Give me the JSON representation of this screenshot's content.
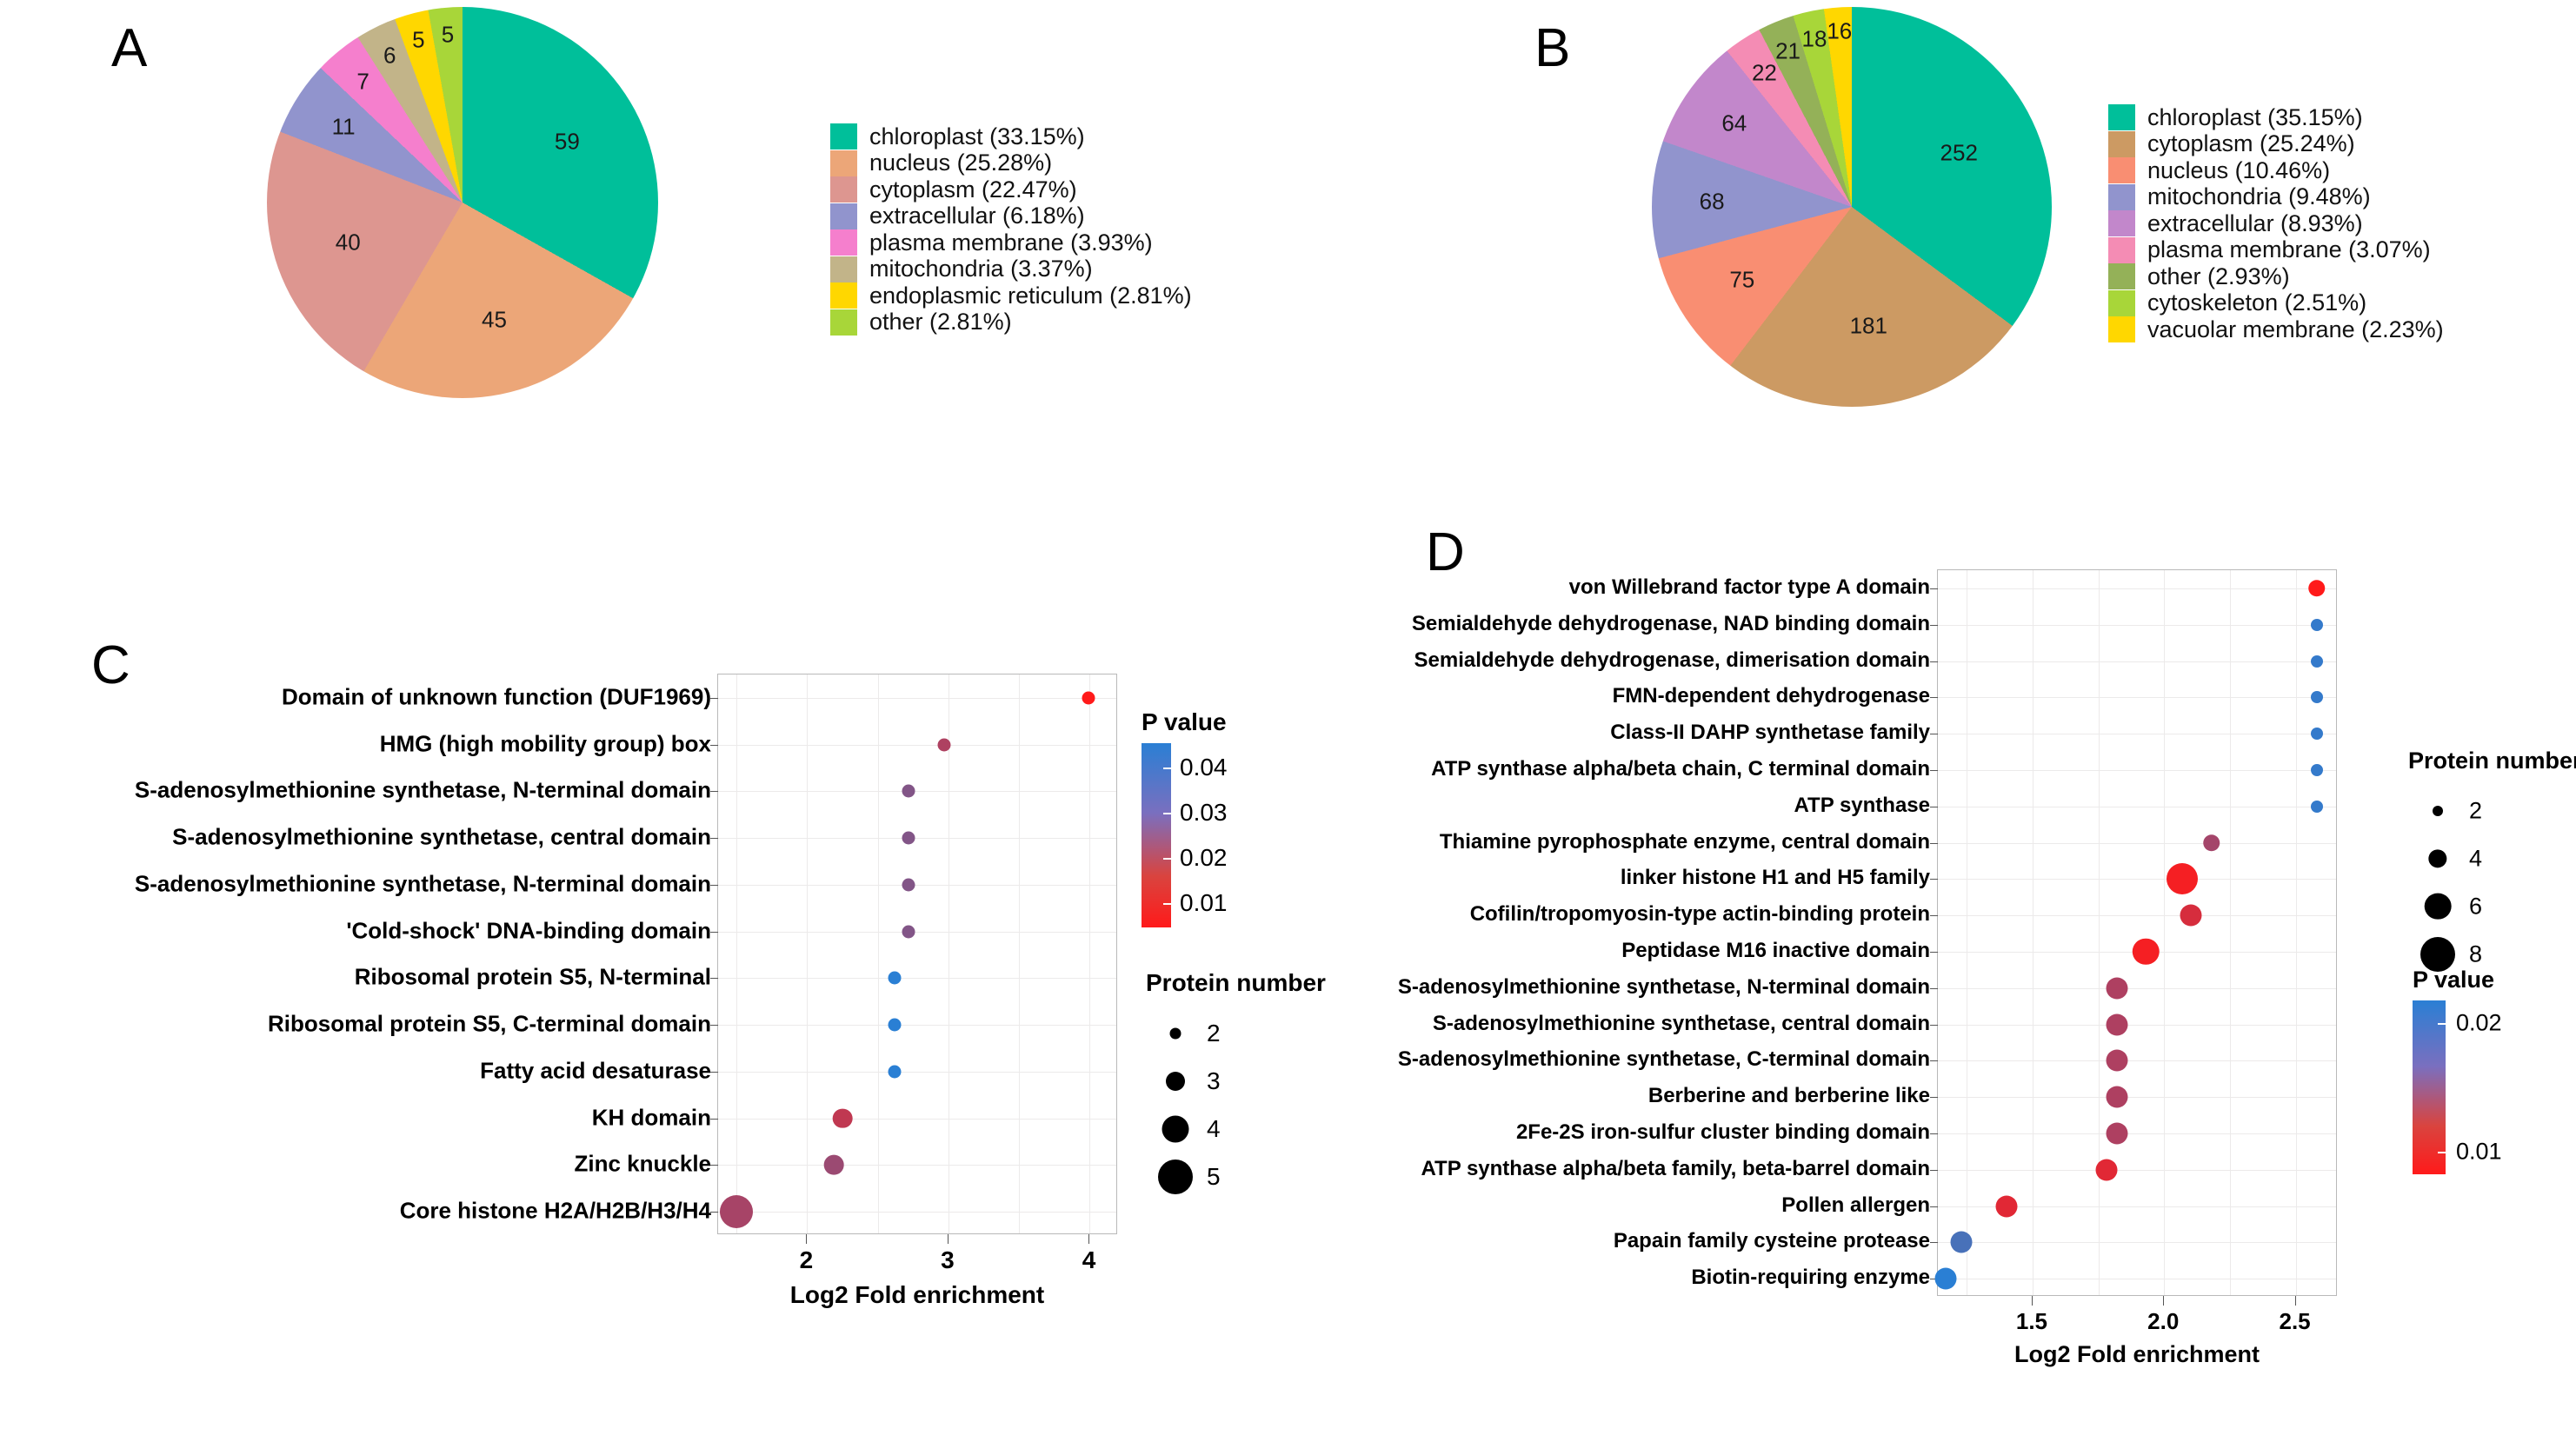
{
  "figure": {
    "panels": [
      "A",
      "B",
      "C",
      "D"
    ]
  },
  "chart_data": [
    {
      "panel": "A",
      "type": "pie",
      "title": "",
      "legend_position": "right",
      "categories": [
        "chloroplast",
        "nucleus",
        "cytoplasm",
        "extracellular",
        "plasma membrane",
        "mitochondria",
        "endoplasmic reticulum",
        "other"
      ],
      "values": [
        59,
        45,
        40,
        11,
        7,
        6,
        5,
        5
      ],
      "percents": [
        "33.15%",
        "25.28%",
        "22.47%",
        "6.18%",
        "3.93%",
        "3.37%",
        "2.81%",
        "2.81%"
      ],
      "legend_labels": [
        "chloroplast (33.15%)",
        "nucleus (25.28%)",
        "cytoplasm (22.47%)",
        "extracellular (6.18%)",
        "plasma membrane (3.93%)",
        "mitochondria (3.37%)",
        "endoplasmic reticulum (2.81%)",
        "other (2.81%)"
      ],
      "colors": [
        "#00bf9a",
        "#eca678",
        "#dd9690",
        "#9194cd",
        "#f57fcd",
        "#c2b489",
        "#ffd700",
        "#a8d639"
      ]
    },
    {
      "panel": "B",
      "type": "pie",
      "title": "",
      "legend_position": "right",
      "categories": [
        "chloroplast",
        "cytoplasm",
        "nucleus",
        "mitochondria",
        "extracellular",
        "plasma membrane",
        "other",
        "cytoskeleton",
        "vacuolar membrane"
      ],
      "values": [
        252,
        181,
        75,
        68,
        64,
        22,
        21,
        18,
        16
      ],
      "percents": [
        "35.15%",
        "25.24%",
        "10.46%",
        "9.48%",
        "8.93%",
        "3.07%",
        "2.93%",
        "2.51%",
        "2.23%"
      ],
      "legend_labels": [
        "chloroplast (35.15%)",
        "cytoplasm (25.24%)",
        "nucleus (10.46%)",
        "mitochondria (9.48%)",
        "extracellular (8.93%)",
        "plasma membrane (3.07%)",
        "other (2.93%)",
        "cytoskeleton (2.51%)",
        "vacuolar membrane (2.23%)"
      ],
      "colors": [
        "#00bf9a",
        "#cc9a63",
        "#f98e72",
        "#9194cd",
        "#c287cb",
        "#f48cb4",
        "#94b158",
        "#a8d639",
        "#ffd700"
      ]
    },
    {
      "panel": "C",
      "type": "scatter",
      "title": "",
      "xlabel": "Log2 Fold enrichment",
      "ylabel": "",
      "xlim": [
        1.37,
        4.2
      ],
      "xticks": [
        2,
        3,
        4
      ],
      "xticklabels": [
        "2",
        "3",
        "4"
      ],
      "grid": true,
      "categories": [
        "Domain of unknown function (DUF1969)",
        "HMG (high mobility group) box",
        "S-adenosylmethionine synthetase, N-terminal domain",
        "S-adenosylmethionine synthetase, central domain",
        "S-adenosylmethionine synthetase, N-terminal domain",
        "'Cold-shock' DNA-binding domain",
        "Ribosomal protein S5, N-terminal",
        "Ribosomal protein S5, C-terminal domain",
        "Fatty acid desaturase",
        "KH domain",
        "Zinc knuckle",
        "Core histone H2A/H2B/H3/H4"
      ],
      "x": [
        3.99,
        2.97,
        2.72,
        2.72,
        2.72,
        2.72,
        2.62,
        2.62,
        2.62,
        2.25,
        2.19,
        1.5
      ],
      "pvalues": [
        0.008,
        0.021,
        0.028,
        0.028,
        0.028,
        0.028,
        0.042,
        0.042,
        0.042,
        0.018,
        0.024,
        0.022
      ],
      "protein_numbers": [
        2,
        2,
        2,
        2,
        2,
        2,
        2,
        2,
        2,
        3,
        3,
        5
      ],
      "size_legend": {
        "title": "Protein number",
        "values": [
          2,
          3,
          4,
          5
        ]
      },
      "color_legend": {
        "title": "P value",
        "ticks": [
          0.04,
          0.03,
          0.02,
          0.01
        ],
        "ticklabels": [
          "0.04",
          "0.03",
          "0.02",
          "0.01"
        ],
        "low_color": "#ff1a1a",
        "high_color": "#2a7fd4"
      }
    },
    {
      "panel": "D",
      "type": "scatter",
      "title": "",
      "xlabel": "Log2 Fold enrichment",
      "ylabel": "",
      "xlim": [
        1.14,
        2.66
      ],
      "xticks": [
        1.5,
        2.0,
        2.5
      ],
      "xticklabels": [
        "1.5",
        "2.0",
        "2.5"
      ],
      "grid": true,
      "categories": [
        "von Willebrand factor type A domain",
        "Semialdehyde dehydrogenase, NAD binding domain",
        "Semialdehyde dehydrogenase, dimerisation domain",
        "FMN-dependent dehydrogenase",
        "Class-II DAHP synthetase family",
        "ATP synthase alpha/beta chain, C terminal domain",
        "ATP synthase",
        "Thiamine pyrophosphate enzyme, central domain",
        "linker histone H1 and H5 family",
        "Cofilin/tropomyosin-type actin-binding protein",
        "Peptidase M16 inactive domain",
        "S-adenosylmethionine synthetase, N-terminal domain",
        "S-adenosylmethionine synthetase, central domain",
        "S-adenosylmethionine synthetase, C-terminal domain",
        "Berberine and berberine like",
        "2Fe-2S iron-sulfur cluster binding domain",
        "ATP synthase alpha/beta family, beta-barrel domain",
        "Pollen allergen",
        "Papain family cysteine protease",
        "Biotin-requiring enzyme"
      ],
      "x": [
        2.58,
        2.58,
        2.58,
        2.58,
        2.58,
        2.58,
        2.58,
        2.18,
        2.07,
        2.1,
        1.93,
        1.82,
        1.82,
        1.82,
        1.82,
        1.82,
        1.78,
        1.4,
        1.23,
        1.17
      ],
      "pvalues": [
        0.005,
        0.025,
        0.025,
        0.025,
        0.025,
        0.025,
        0.025,
        0.014,
        0.006,
        0.009,
        0.006,
        0.013,
        0.013,
        0.013,
        0.013,
        0.013,
        0.008,
        0.008,
        0.023,
        0.026
      ],
      "protein_numbers": [
        3,
        2,
        2,
        2,
        2,
        2,
        2,
        3,
        6,
        4,
        5,
        4,
        4,
        4,
        4,
        4,
        4,
        4,
        4,
        4
      ],
      "size_legend": {
        "title": "Protein number",
        "values": [
          2,
          4,
          6,
          8
        ]
      },
      "color_legend": {
        "title": "P value",
        "ticks": [
          0.02,
          0.01
        ],
        "ticklabels": [
          "0.02",
          "0.01"
        ],
        "low_color": "#ff1a1a",
        "high_color": "#2a7fd4"
      }
    }
  ]
}
